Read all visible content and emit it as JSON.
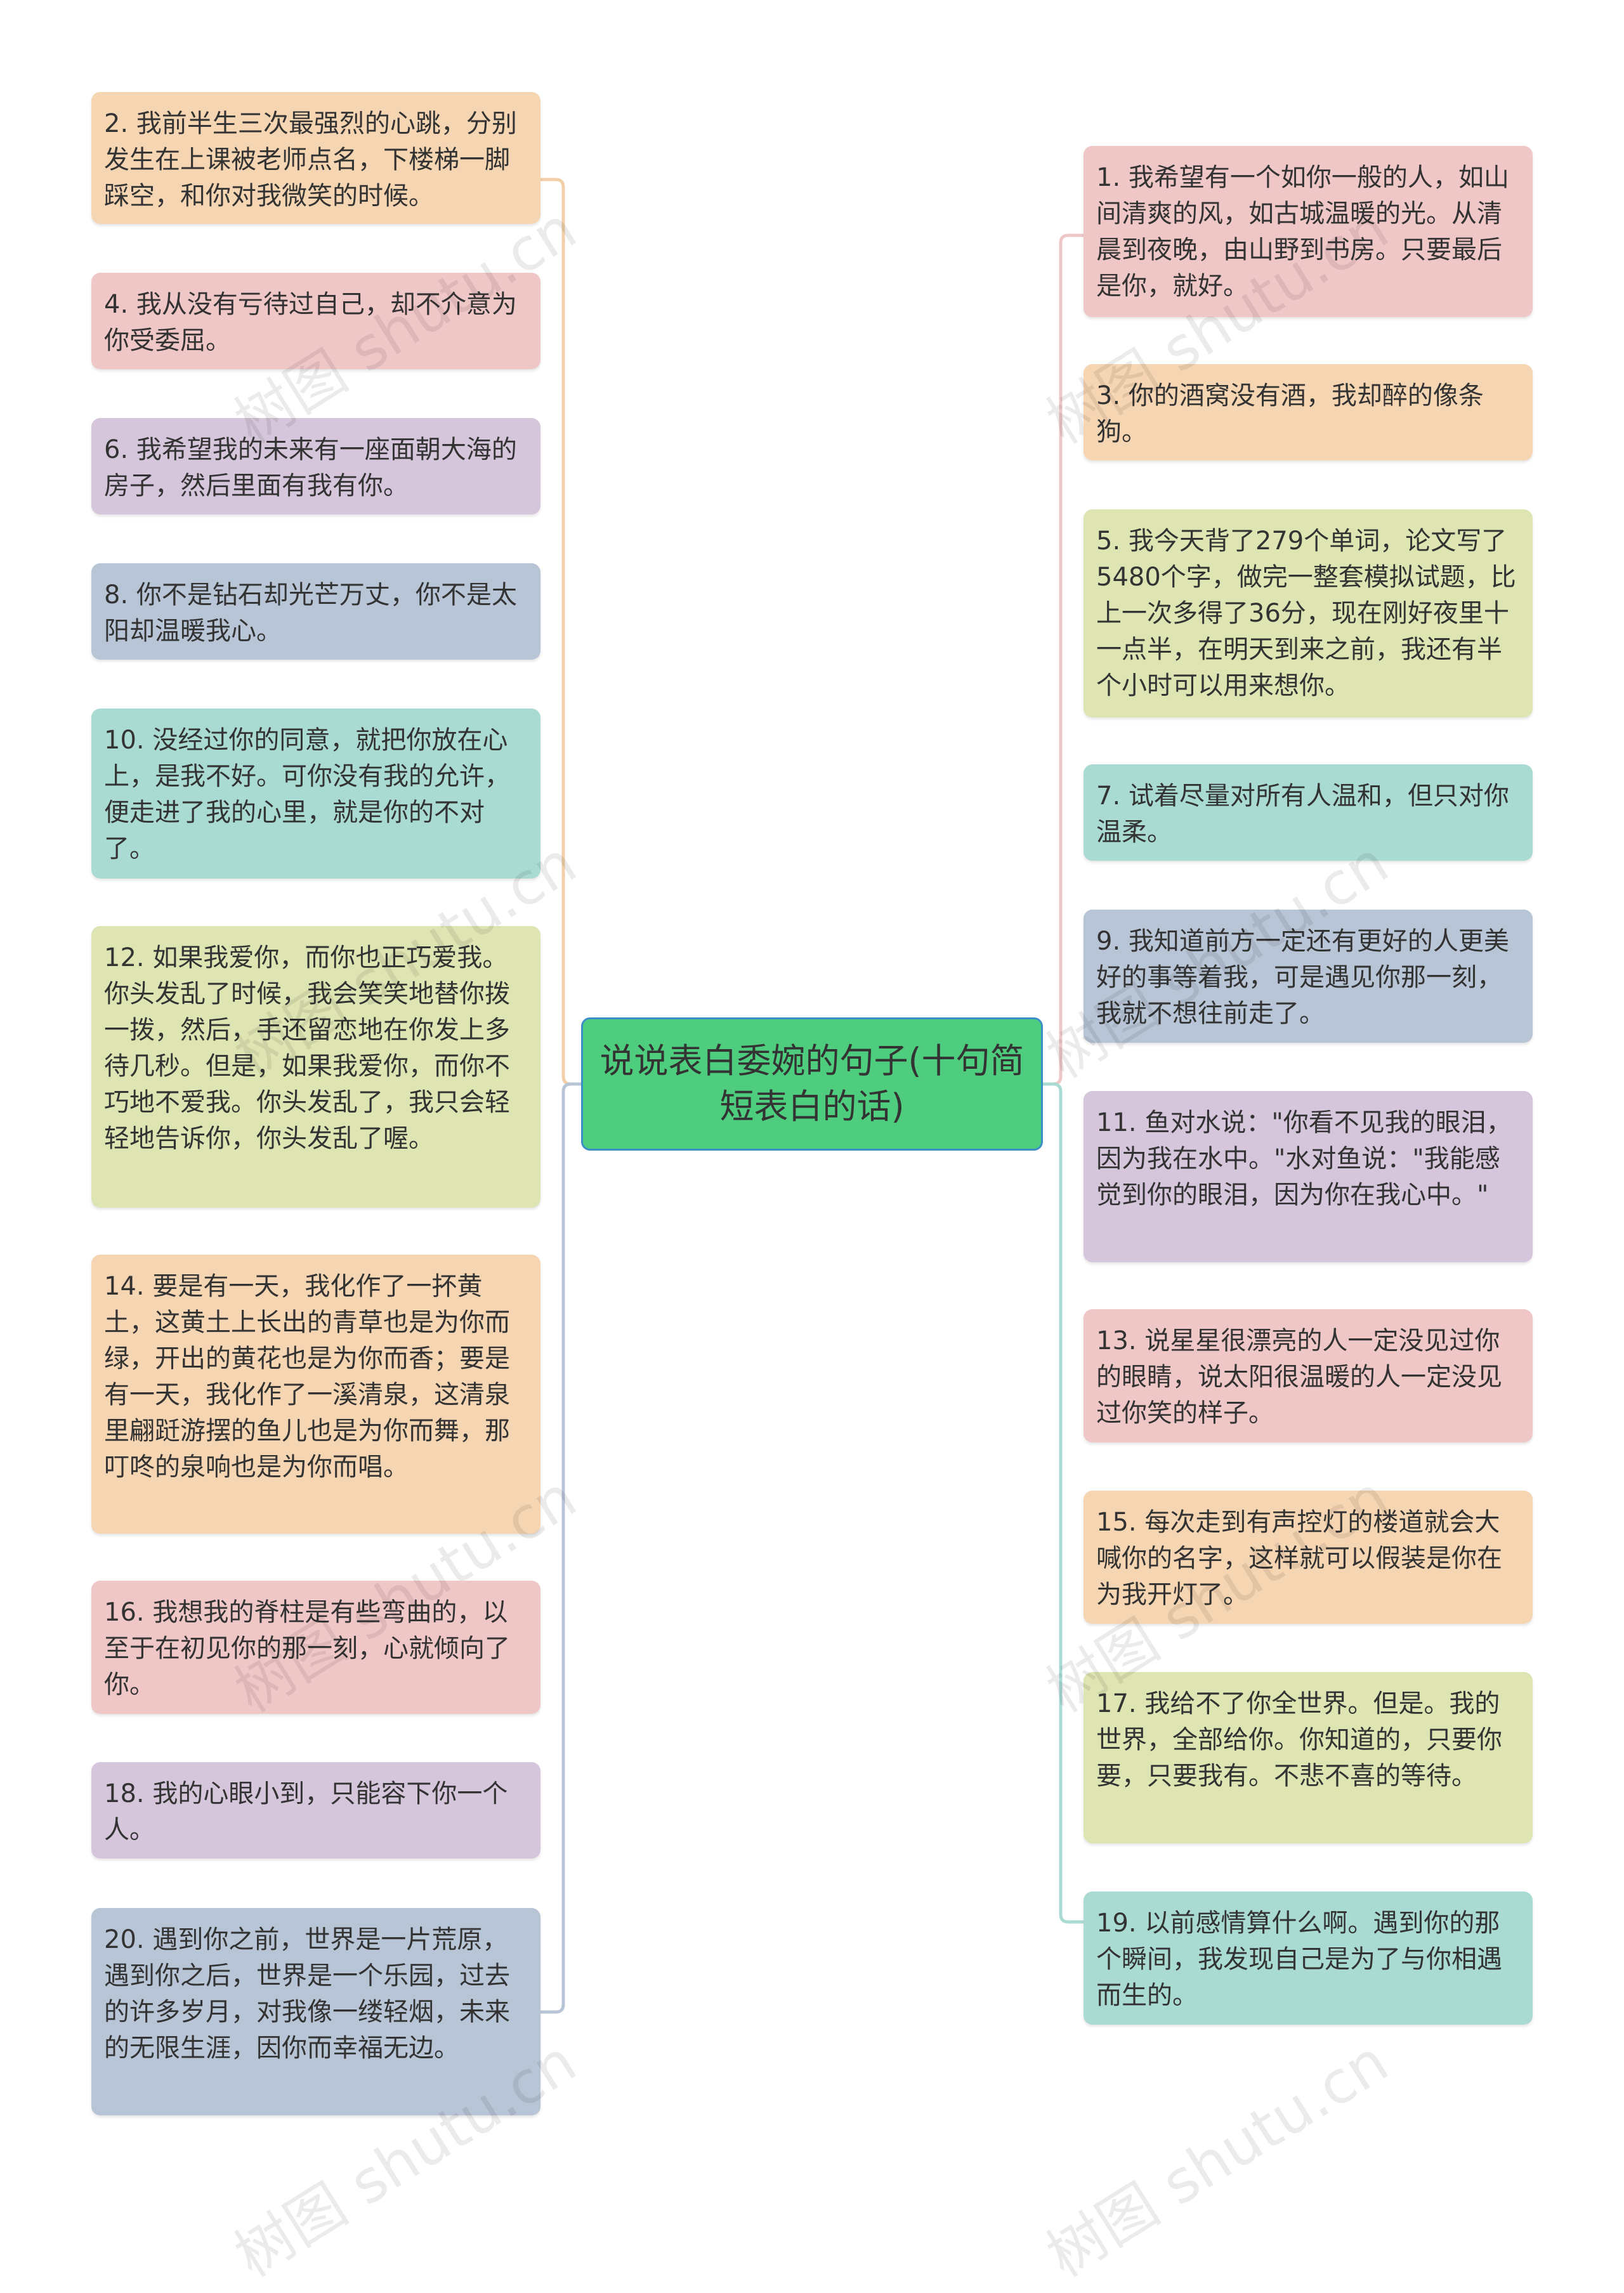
{
  "root": {
    "title": "说说表白委婉的句子(十句简短表白的话)"
  },
  "left_items": [
    "2. 我前半生三次最强烈的心跳，分别发生在上课被老师点名，下楼梯一脚踩空，和你对我微笑的时候。",
    "4. 我从没有亏待过自己，却不介意为你受委屈。",
    "6. 我希望我的未来有一座面朝大海的房子，然后里面有我有你。",
    "8. 你不是钻石却光芒万丈，你不是太阳却温暖我心。",
    "10. 没经过你的同意，就把你放在心上，是我不好。可你没有我的允许，便走进了我的心里，就是你的不对了。",
    "12. 如果我爱你，而你也正巧爱我。你头发乱了时候，我会笑笑地替你拨一拨，然后，手还留恋地在你发上多待几秒。但是，如果我爱你，而你不巧地不爱我。你头发乱了，我只会轻轻地告诉你，你头发乱了喔。",
    "14. 要是有一天，我化作了一抔黄土，这黄土上长出的青草也是为你而绿，开出的黄花也是为你而香；要是有一天，我化作了一溪清泉，这清泉里翩跹游摆的鱼儿也是为你而舞，那叮咚的泉响也是为你而唱。",
    "16. 我想我的脊柱是有些弯曲的，以至于在初见你的那一刻，心就倾向了你。",
    "18. 我的心眼小到，只能容下你一个人。",
    "20. 遇到你之前，世界是一片荒原，遇到你之后，世界是一个乐园，过去的许多岁月，对我像一缕轻烟，未来的无限生涯，因你而幸福无边。"
  ],
  "right_items": [
    "1. 我希望有一个如你一般的人，如山间清爽的风，如古城温暖的光。从清晨到夜晚，由山野到书房。只要最后是你，就好。",
    "3. 你的酒窝没有酒，我却醉的像条狗。",
    "5. 我今天背了279个单词，论文写了5480个字，做完一整套模拟试题，比上一次多得了36分，现在刚好夜里十一点半，在明天到来之前，我还有半个小时可以用来想你。",
    "7. 试着尽量对所有人温和，但只对你温柔。",
    "9. 我知道前方一定还有更好的人更美好的事等着我，可是遇见你那一刻，我就不想往前走了。",
    "11. 鱼对水说：\"你看不见我的眼泪，因为我在水中。\"水对鱼说：\"我能感觉到你的眼泪，因为你在我心中。\"",
    "13. 说星星很漂亮的人一定没见过你的眼睛，说太阳很温暖的人一定没见过你笑的样子。",
    "15. 每次走到有声控灯的楼道就会大喊你的名字，这样就可以假装是你在为我开灯了。",
    "17. 我给不了你全世界。但是。我的世界，全部给你。你知道的，只要你要，只要我有。不悲不喜的等待。",
    "19. 以前感情算什么啊。遇到你的那个瞬间，我发现自己是为了与你相遇而生的。"
  ],
  "colors": {
    "root_fill": "#4fcd7e",
    "root_border": "#3a8fc4",
    "left_upper_connector": "#f2cfa8",
    "left_lower_connector": "#b8c5d6",
    "right_upper_connector": "#f0c7c7",
    "right_lower_connector": "#aadbd3"
  },
  "watermark": "树图 shutu.cn"
}
